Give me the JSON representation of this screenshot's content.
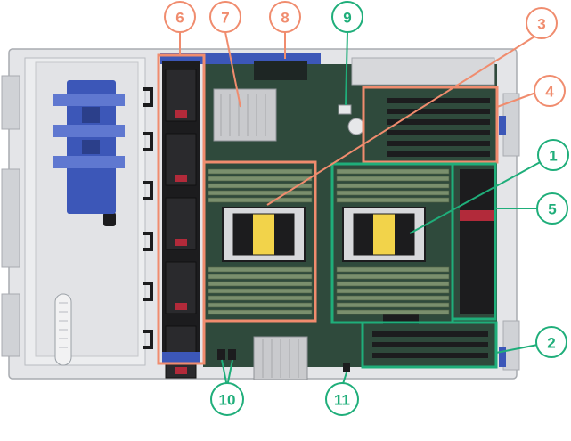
{
  "colors": {
    "orange": "#f08c6e",
    "green": "#1fae7a",
    "board": "#2f4a3c",
    "board_light": "#3f5b4b",
    "chassis": "#dcdde0",
    "chassis_dark": "#a8abb0",
    "fan": "#1c1c1e",
    "dimm": "#7a8f6d",
    "heatsink": "#c9cacd",
    "bracket_blue": "#3c57b8",
    "fan_red": "#b22a3a"
  },
  "callouts": [
    {
      "id": "c1",
      "label": "1",
      "color": "green"
    },
    {
      "id": "c2",
      "label": "2",
      "color": "green"
    },
    {
      "id": "c3",
      "label": "3",
      "color": "orange"
    },
    {
      "id": "c4",
      "label": "4",
      "color": "orange"
    },
    {
      "id": "c5",
      "label": "5",
      "color": "green"
    },
    {
      "id": "c6",
      "label": "6",
      "color": "orange"
    },
    {
      "id": "c7",
      "label": "7",
      "color": "orange"
    },
    {
      "id": "c8",
      "label": "8",
      "color": "orange"
    },
    {
      "id": "c9",
      "label": "9",
      "color": "green"
    },
    {
      "id": "c10",
      "label": "10",
      "color": "green"
    },
    {
      "id": "c11",
      "label": "11",
      "color": "green"
    }
  ]
}
